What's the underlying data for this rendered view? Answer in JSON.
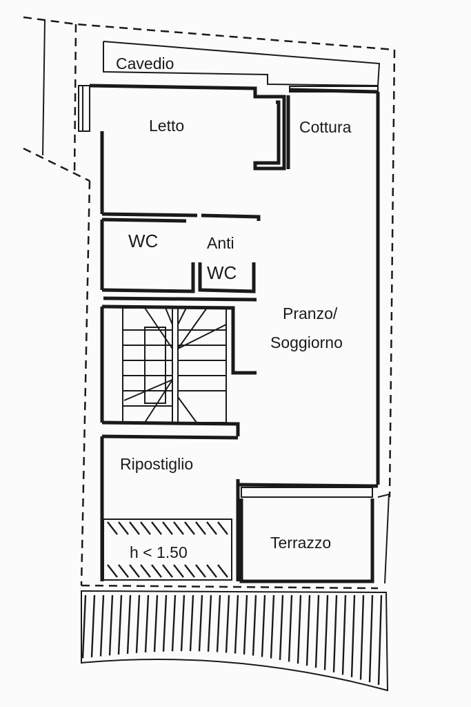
{
  "rooms": {
    "cavedio": "Cavedio",
    "letto": "Letto",
    "cottura": "Cottura",
    "wc": "WC",
    "anti": "Anti",
    "anti_wc": "WC",
    "pranzo": "Pranzo/",
    "soggiorno": "Soggiorno",
    "ripostiglio": "Ripostiglio",
    "terrazzo": "Terrazzo",
    "low_height": "h < 1.50"
  },
  "colors": {
    "line": "#1a1a1a",
    "paper": "#fbfbfb"
  }
}
